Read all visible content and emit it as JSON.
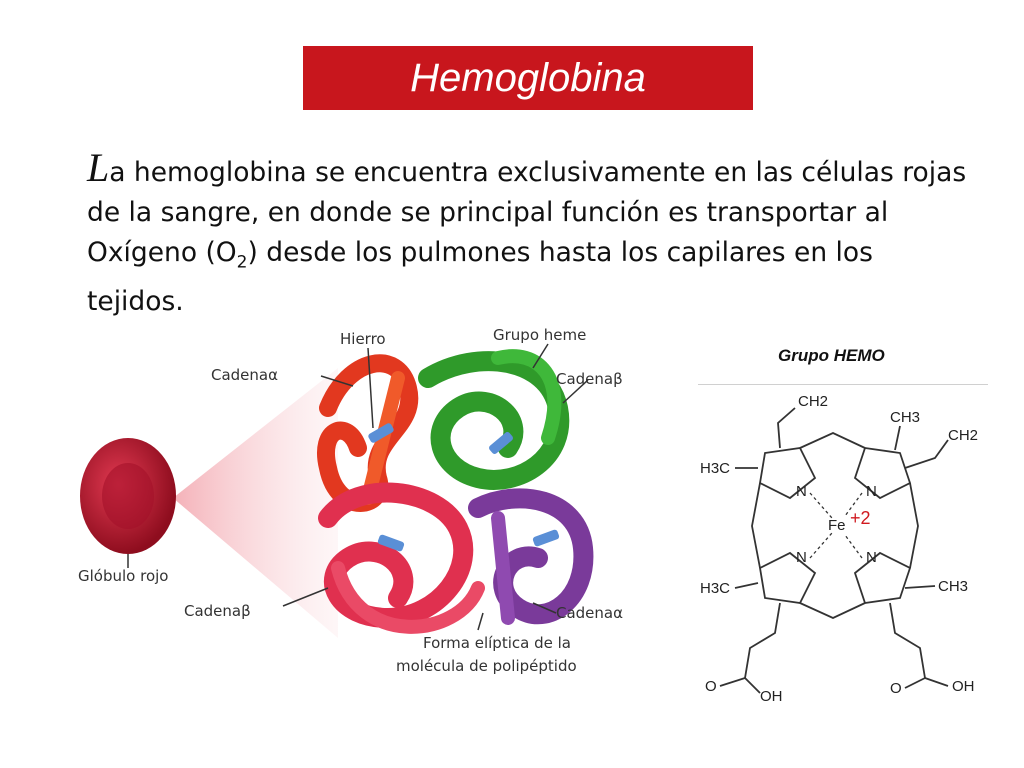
{
  "slide": {
    "title": "Hemoglobina",
    "body": {
      "dropcap": "L",
      "part1": "a hemoglobina se encuentra exclusivamente en las células rojas de la sangre, en donde se principal función es transportar al Oxígeno (O",
      "subscript": "2",
      "part2": ") desde los pulmones hasta los capilares en los tejidos."
    }
  },
  "illustration": {
    "labels": {
      "hierro": "Hierro",
      "grupo_heme": "Grupo heme",
      "cadena_alpha_top": "Cadenaα",
      "cadena_beta_top": "Cadenaβ",
      "globulo": "Glóbulo rojo",
      "cadena_beta_bottom": "Cadenaβ",
      "cadena_alpha_bottom": "Cadenaα",
      "forma1": "Forma elíptica de la",
      "forma2": "molécula de polipéptido"
    },
    "colors": {
      "alpha_chain": "#e2381f",
      "beta_chain": "#2f9a2a",
      "beta_chain_2": "#e0304f",
      "alpha_chain_2": "#7a3a9a",
      "cell": "#b5132a",
      "heme": "#5a8fd6"
    }
  },
  "heme_group": {
    "title": "Grupo HEMO",
    "labels": {
      "ch2_top": "CH2",
      "ch3_top": "CH3",
      "ch2_right": "CH2",
      "h3c_left": "H3C",
      "n1": "N",
      "n2": "N",
      "n3": "N",
      "n4": "N",
      "fe": "Fe",
      "charge": "+2",
      "h3c_left2": "H3C",
      "ch3_right2": "CH3",
      "o_left": "O",
      "oh_left": "OH",
      "o_right": "O",
      "oh_right": "OH"
    },
    "charge_color": "#d0191f"
  }
}
